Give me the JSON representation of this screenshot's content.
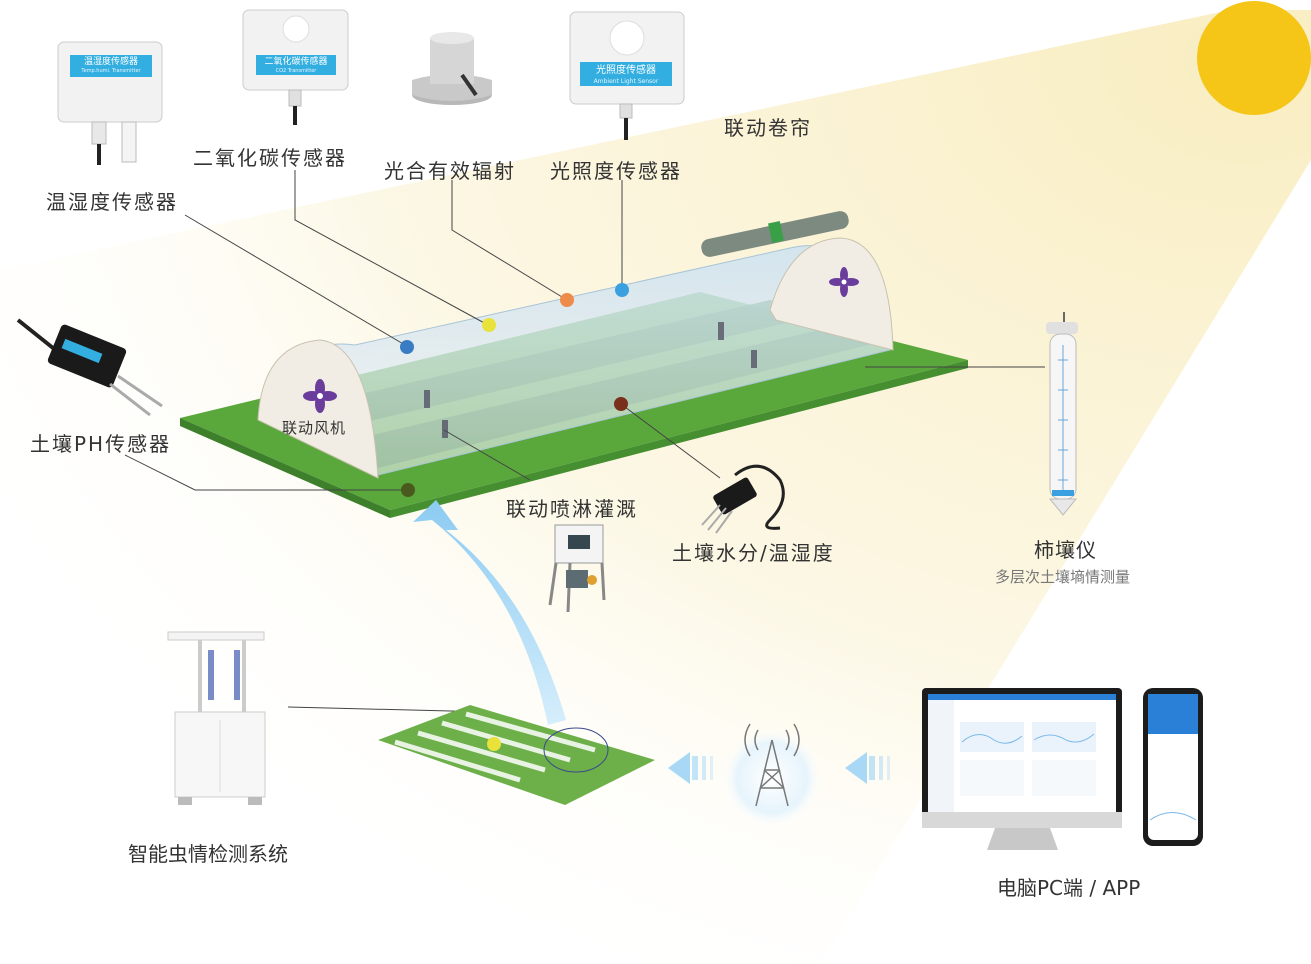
{
  "labels": {
    "temp_humidity_sensor": "温湿度传感器",
    "co2_sensor": "二氧化碳传感器",
    "par_radiation": "光合有效辐射",
    "light_sensor": "光照度传感器",
    "linked_curtain": "联动卷帘",
    "soil_ph_sensor": "土壤PH传感器",
    "linked_fan": "联动风机",
    "linked_sprinkler": "联动喷淋灌溉",
    "soil_moisture_temp": "土壤水分/温湿度",
    "soil_profile_meter": "柿壤仪",
    "soil_profile_sub": "多层次土壤墒情测量",
    "pest_monitor": "智能虫情检测系统",
    "pc_app": "电脑PC端 / APP"
  },
  "device_text": {
    "temp_humidity_cn": "温湿度传感器",
    "temp_humidity_en": "Temp.humi. Transmitter",
    "co2_cn": "二氧化碳传感器",
    "co2_en": "CO2 Transmitter",
    "light_cn": "光照度传感器",
    "light_en": "Ambient Light Sensor"
  },
  "colors": {
    "sun": "#f5c518",
    "light_beam": "#fbf3d2",
    "greenhouse_base": "#5aa83c",
    "crop_rows": "#2f7a2a",
    "greenhouse_roof": "#bcd7ea",
    "arrow": "#a8d8f5",
    "fan_blade": "#6a3c9c",
    "dot_blue": "#3a7cc4",
    "dot_yellow": "#e8e23a",
    "dot_orange": "#ee8a4a",
    "dot_lightblue": "#3aa0e0",
    "dot_brown": "#7a2e1c",
    "dot_darkgreen": "#4a5a1e"
  }
}
